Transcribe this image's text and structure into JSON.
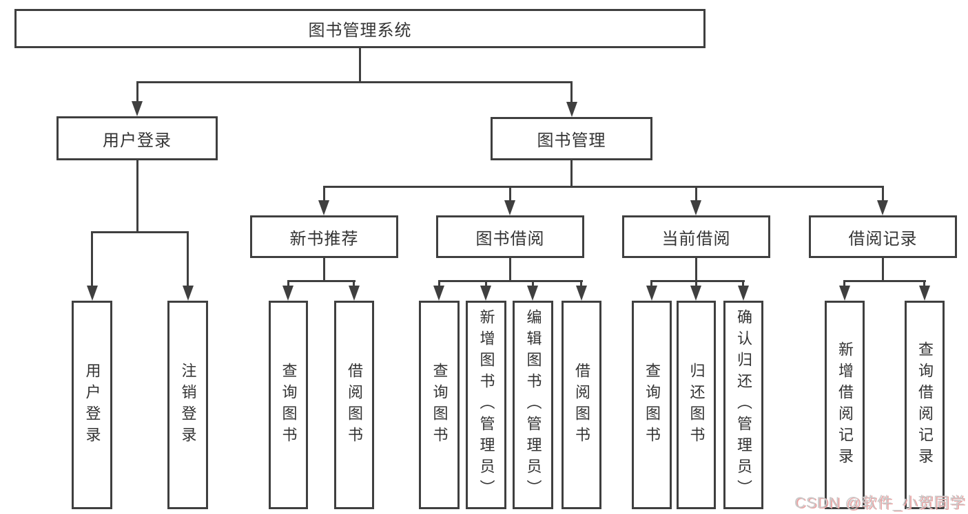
{
  "diagram": {
    "root": {
      "label": "图书管理系统"
    },
    "children": [
      {
        "label": "用户登录",
        "children": [
          {
            "label": "用户登录"
          },
          {
            "label": "注销登录"
          }
        ]
      },
      {
        "label": "图书管理",
        "children": [
          {
            "label": "新书推荐",
            "children": [
              {
                "label": "查询图书"
              },
              {
                "label": "借阅图书"
              }
            ]
          },
          {
            "label": "图书借阅",
            "children": [
              {
                "label": "查询图书"
              },
              {
                "label": "新增图书（管理员）"
              },
              {
                "label": "编辑图书（管理员）"
              },
              {
                "label": "借阅图书"
              }
            ]
          },
          {
            "label": "当前借阅",
            "children": [
              {
                "label": "查询图书"
              },
              {
                "label": "归还图书"
              },
              {
                "label": "确认归还（管理员）"
              }
            ]
          },
          {
            "label": "借阅记录",
            "children": [
              {
                "label": "新增借阅记录"
              },
              {
                "label": "查询借阅记录"
              }
            ]
          }
        ]
      }
    ]
  },
  "watermark": {
    "text": "CSDN @软件_小贺同学"
  },
  "colors": {
    "line": "#3f3f3f",
    "text": "#333333",
    "background": "#ffffff",
    "watermark": "#c9c9c9",
    "watermark_shadow": "#e9a3a3"
  }
}
